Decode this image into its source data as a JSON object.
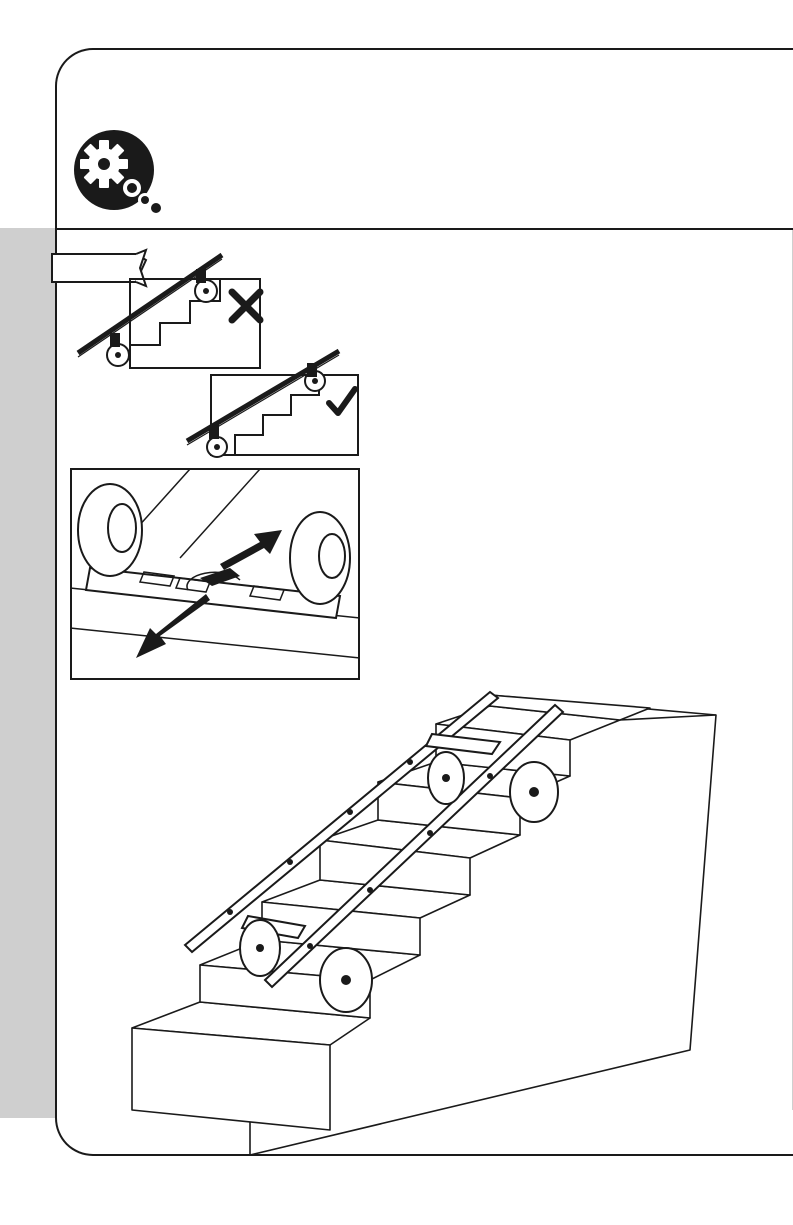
{
  "header": {
    "badge_icon": "gear-icon",
    "tag_text": ""
  },
  "figures": [
    {
      "id": "incorrect-orientation",
      "mark_icon": "cross-icon"
    },
    {
      "id": "correct-orientation",
      "mark_icon": "check-icon"
    },
    {
      "id": "swivel-lock-detail",
      "icon": "arrow-icon"
    },
    {
      "id": "dolly-on-stairs",
      "icon": "stairs-icon"
    }
  ],
  "colors": {
    "ink": "#1a1a1a",
    "band": "#cfcfcf",
    "paper": "#ffffff"
  }
}
